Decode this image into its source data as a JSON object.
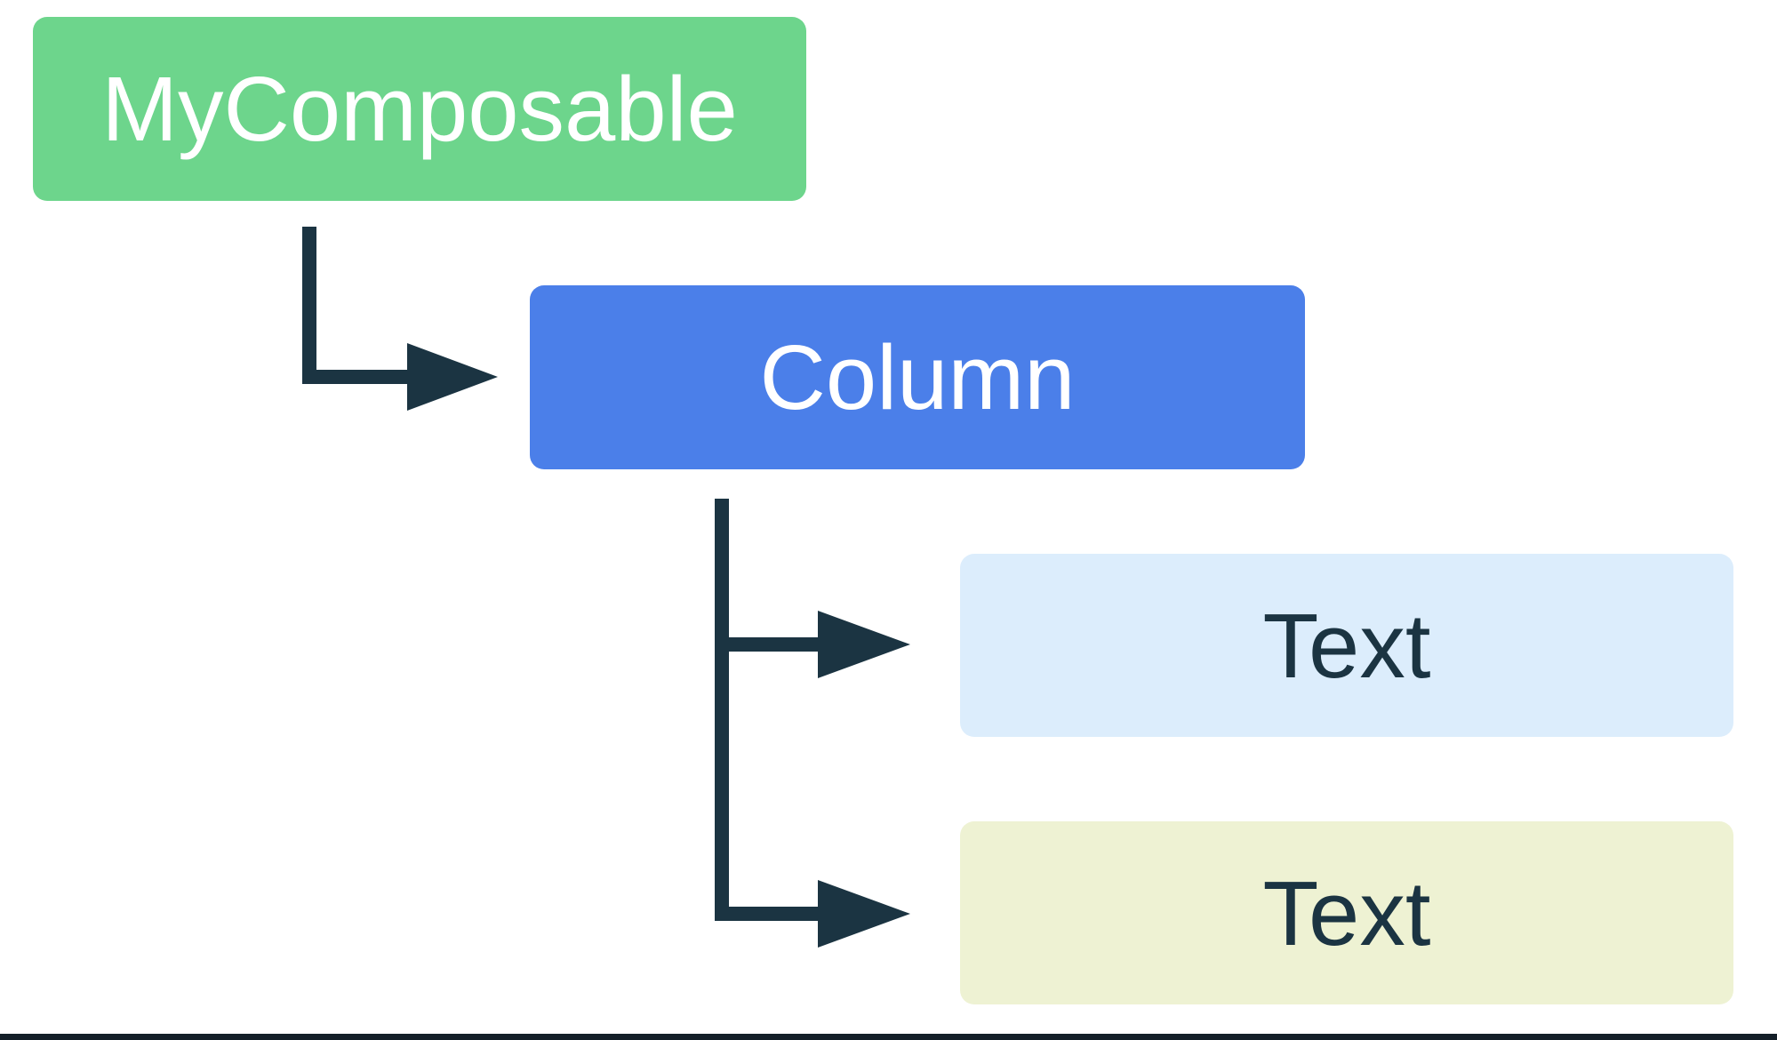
{
  "page": {
    "background": "#ffffff",
    "bottom_border_color": "#141f28"
  },
  "diagram": {
    "title": "Composable hierarchy tree",
    "arrow_color": "#1b3442",
    "nodes": [
      {
        "id": "my-composable",
        "label": "MyComposable",
        "bg": "#6dd58c",
        "text_color": "#ffffff"
      },
      {
        "id": "column",
        "label": "Column",
        "bg": "#4b7fe9",
        "text_color": "#ffffff"
      },
      {
        "id": "text-1",
        "label": "Text",
        "bg": "#dcedfc",
        "text_color": "#1b3442"
      },
      {
        "id": "text-2",
        "label": "Text",
        "bg": "#eef2d3",
        "text_color": "#1b3442"
      }
    ],
    "edges": [
      {
        "from": "MyComposable",
        "to": "Column"
      },
      {
        "from": "Column",
        "to": "Text (first child)"
      },
      {
        "from": "Column",
        "to": "Text (second child)"
      }
    ]
  }
}
